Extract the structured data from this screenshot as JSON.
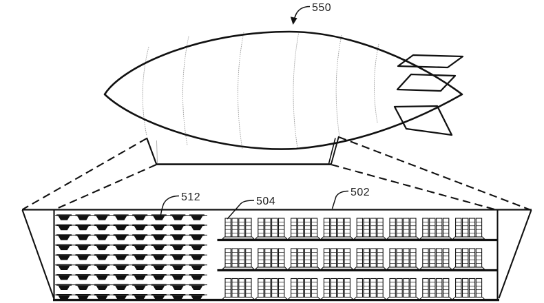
{
  "figure": {
    "kind": "patent-line-drawing",
    "background_color": "#ffffff",
    "ink_color": "#111111",
    "rib_color": "#9a9a9a"
  },
  "labels": {
    "airship": "550",
    "uav_bays": "512",
    "storage_rack": "504",
    "fulfillment_center": "502"
  },
  "airship": {
    "rib_count": 6,
    "tail_fin_count": 3
  },
  "detail_view": {
    "uav_bay_grid": {
      "rows": 9,
      "columns": 8
    },
    "rack_area": {
      "floors": 3,
      "racks_per_floor": 8,
      "rack_columns": 4,
      "rack_rows": 5
    }
  }
}
